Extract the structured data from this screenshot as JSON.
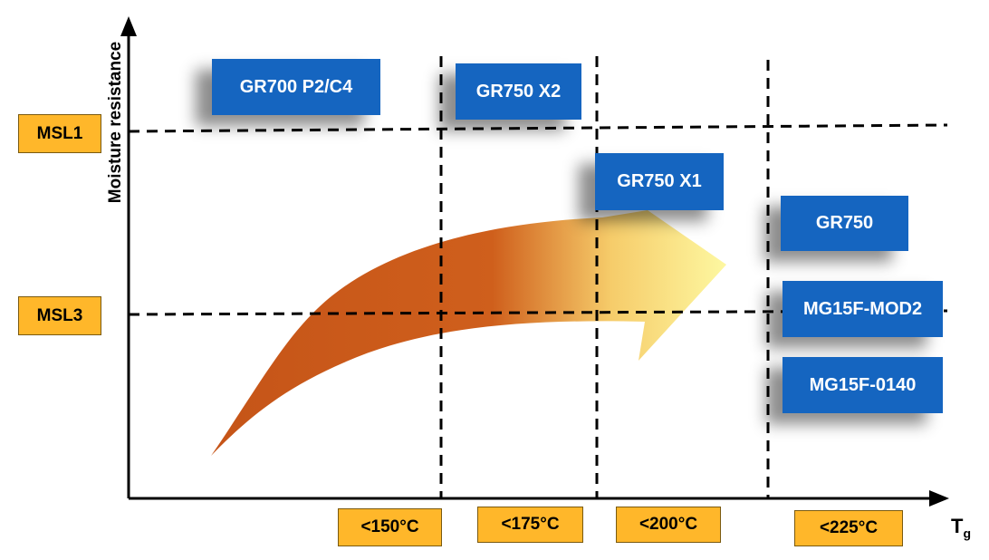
{
  "axes": {
    "y_label": "Moisture resistance",
    "x_label_main": "T",
    "x_label_sub": "g"
  },
  "msl_levels": [
    "MSL1",
    "MSL3"
  ],
  "tg_thresholds": [
    "<150°C",
    "<175°C",
    "<200°C",
    "<225°C"
  ],
  "products": {
    "gr700_p2c4": "GR700 P2/C4",
    "gr750_x2": "GR750 X2",
    "gr750_x1": "GR750 X1",
    "gr750": "GR750",
    "mg15f_mod2": "MG15F-MOD2",
    "mg15f_0140": "MG15F-0140"
  },
  "colors": {
    "product_box": "#1565c0",
    "threshold_tag": "#ffb72a",
    "arrow_start": "#c55418",
    "arrow_end": "#fdf7a0"
  }
}
